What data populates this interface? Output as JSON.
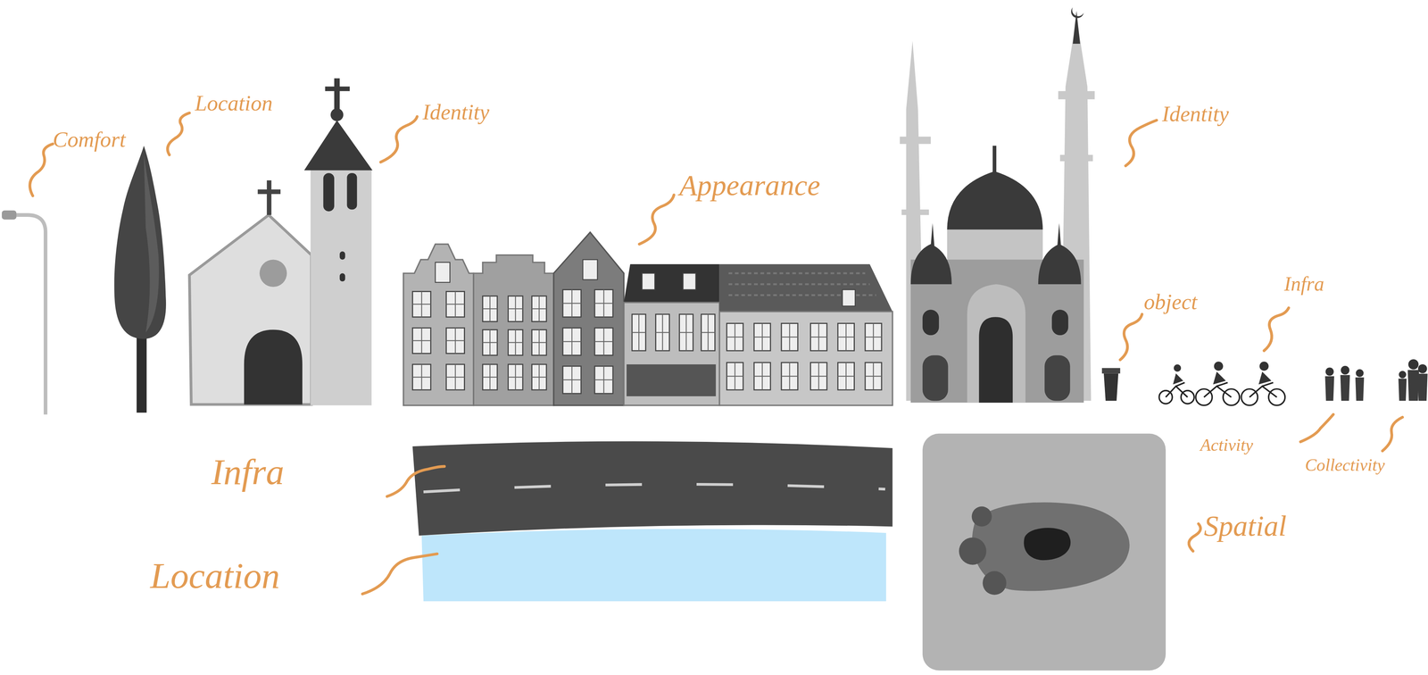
{
  "diagram": {
    "labels": [
      "Comfort",
      "Location",
      "Identity",
      "Appearance",
      "Identity",
      "object",
      "Infra",
      "Activity",
      "Collectivity",
      "Infra",
      "Spatial",
      "Location"
    ]
  }
}
